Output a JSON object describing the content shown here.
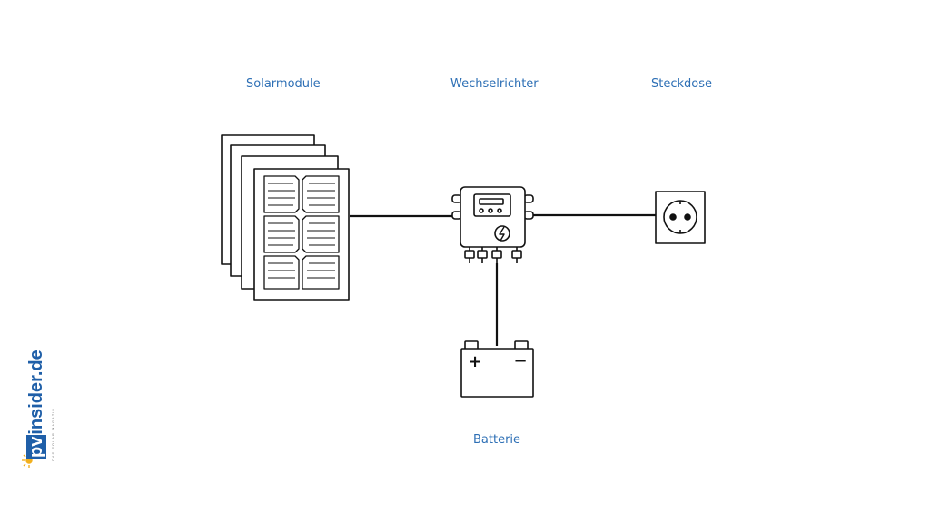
{
  "labels": {
    "solar": "Solarmodule",
    "inverter": "Wechselrichter",
    "socket": "Steckdose",
    "battery": "Batterie"
  },
  "battery": {
    "plus": "+",
    "minus": "−"
  },
  "logo": {
    "pv": "pv",
    "rest": "insider.de",
    "tagline": "DAS SOLAR MAGAZIN"
  },
  "colors": {
    "label": "#2d6fb5",
    "line": "#111111",
    "logo": "#1f5fa8",
    "sun": "#f2b01e"
  }
}
